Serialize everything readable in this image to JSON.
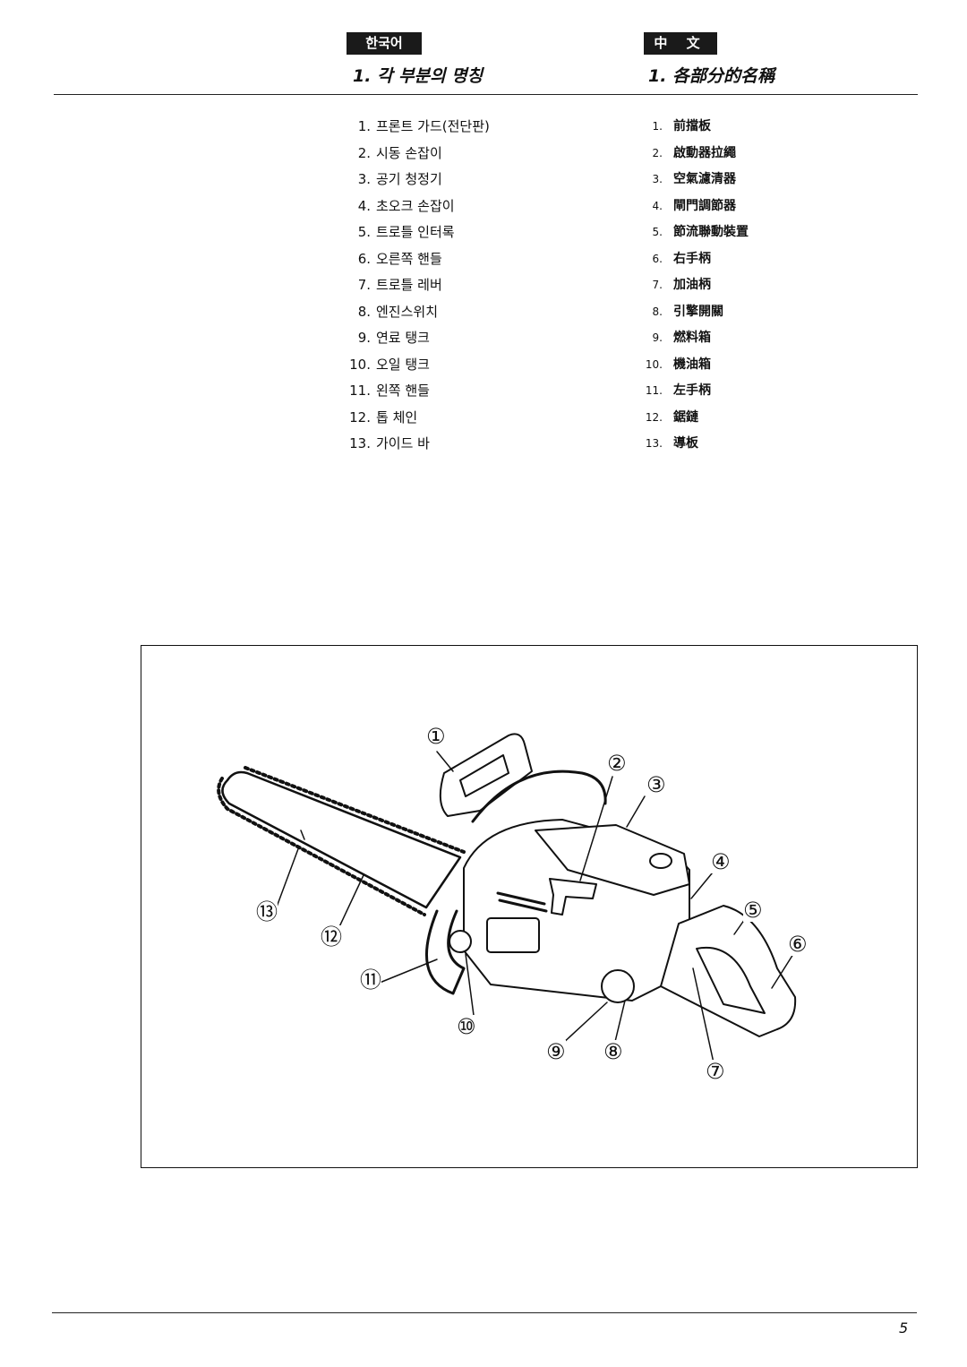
{
  "header": {
    "ko_tag": "한국어",
    "zh_tag": "中 文",
    "ko_title": "1. 각 부분의 명칭",
    "zh_title": "1. 各部分的名稱"
  },
  "parts_ko": [
    {
      "num": "1.",
      "label": "프론트 가드(전단판)"
    },
    {
      "num": "2.",
      "label": "시동 손잡이"
    },
    {
      "num": "3.",
      "label": "공기 청정기"
    },
    {
      "num": "4.",
      "label": "초오크 손잡이"
    },
    {
      "num": "5.",
      "label": "트로틀 인터록"
    },
    {
      "num": "6.",
      "label": "오른쪽 핸들"
    },
    {
      "num": "7.",
      "label": "트로틀 레버"
    },
    {
      "num": "8.",
      "label": "엔진스위치"
    },
    {
      "num": "9.",
      "label": "연료 탱크"
    },
    {
      "num": "10.",
      "label": "오일 탱크"
    },
    {
      "num": "11.",
      "label": "왼쪽 핸들"
    },
    {
      "num": "12.",
      "label": "톱 체인"
    },
    {
      "num": "13.",
      "label": "가이드 바"
    }
  ],
  "parts_zh": [
    {
      "num": "1.",
      "label": "前擋板"
    },
    {
      "num": "2.",
      "label": "啟動器拉繩"
    },
    {
      "num": "3.",
      "label": "空氣濾清器"
    },
    {
      "num": "4.",
      "label": "閘門調節器"
    },
    {
      "num": "5.",
      "label": "節流聯動裝置"
    },
    {
      "num": "6.",
      "label": "右手柄"
    },
    {
      "num": "7.",
      "label": "加油柄"
    },
    {
      "num": "8.",
      "label": "引擎開關"
    },
    {
      "num": "9.",
      "label": "燃料箱"
    },
    {
      "num": "10.",
      "label": "機油箱"
    },
    {
      "num": "11.",
      "label": "左手柄"
    },
    {
      "num": "12.",
      "label": "鋸鏈"
    },
    {
      "num": "13.",
      "label": "導板"
    }
  ],
  "figure": {
    "callouts": [
      "①",
      "②",
      "③",
      "④",
      "⑤",
      "⑥",
      "⑦",
      "⑧",
      "⑨",
      "⑩",
      "⑪",
      "⑫",
      "⑬"
    ]
  },
  "footer": {
    "page_number": "5"
  }
}
